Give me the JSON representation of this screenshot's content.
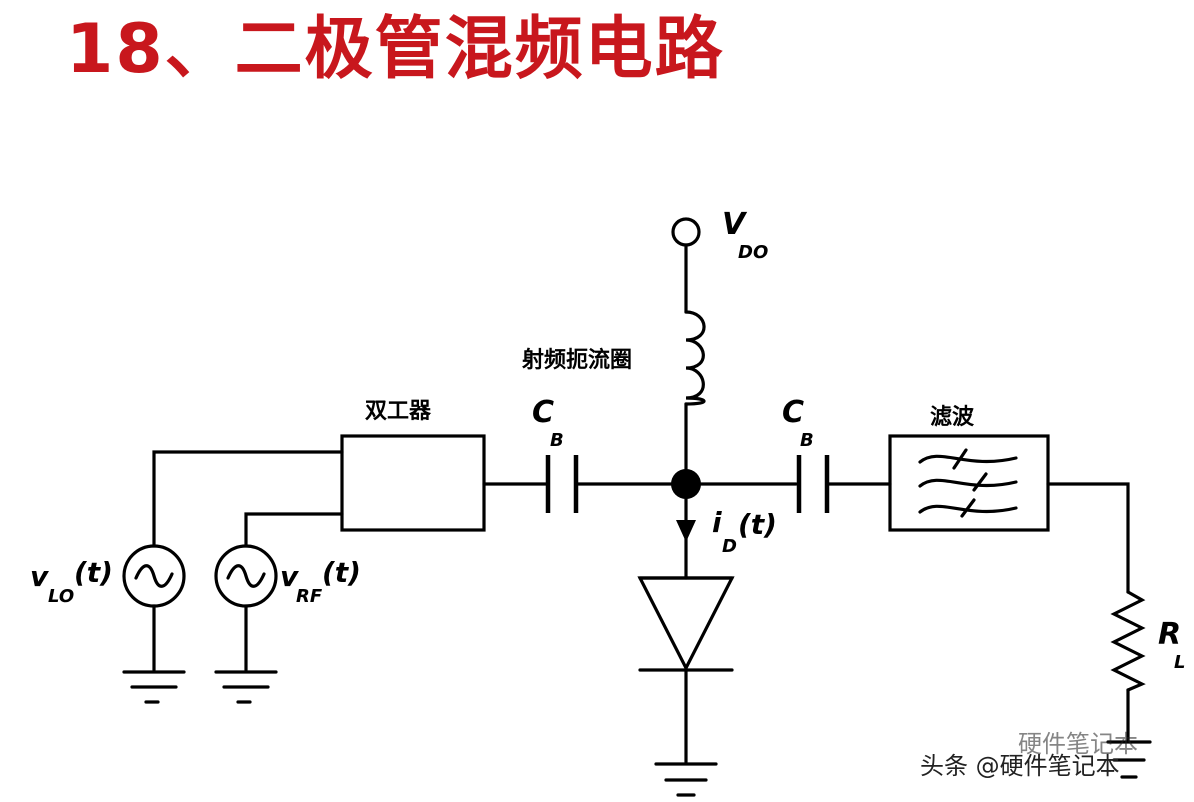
{
  "title": "18、二极管混频电路",
  "labels": {
    "vdo_main": "V",
    "vdo_sub": "DO",
    "choke": "射频扼流圈",
    "diplexer": "双工器",
    "cb1_main": "C",
    "cb1_sub": "B",
    "cb2_main": "C",
    "cb2_sub": "B",
    "filter": "滤波",
    "id_main": "i",
    "id_sub": "D",
    "id_arg": "(t)",
    "vlo_main": "v",
    "vlo_sub": "LO",
    "vlo_arg": "(t)",
    "vrf_main": "v",
    "vrf_sub": "RF",
    "vrf_arg": "(t)",
    "rl_main": "R",
    "rl_sub": "L"
  },
  "watermark": {
    "under_text": "硬件笔记本",
    "text": "头条 @硬件笔记本"
  },
  "colors": {
    "title": "#c8171d",
    "line": "#000000"
  }
}
